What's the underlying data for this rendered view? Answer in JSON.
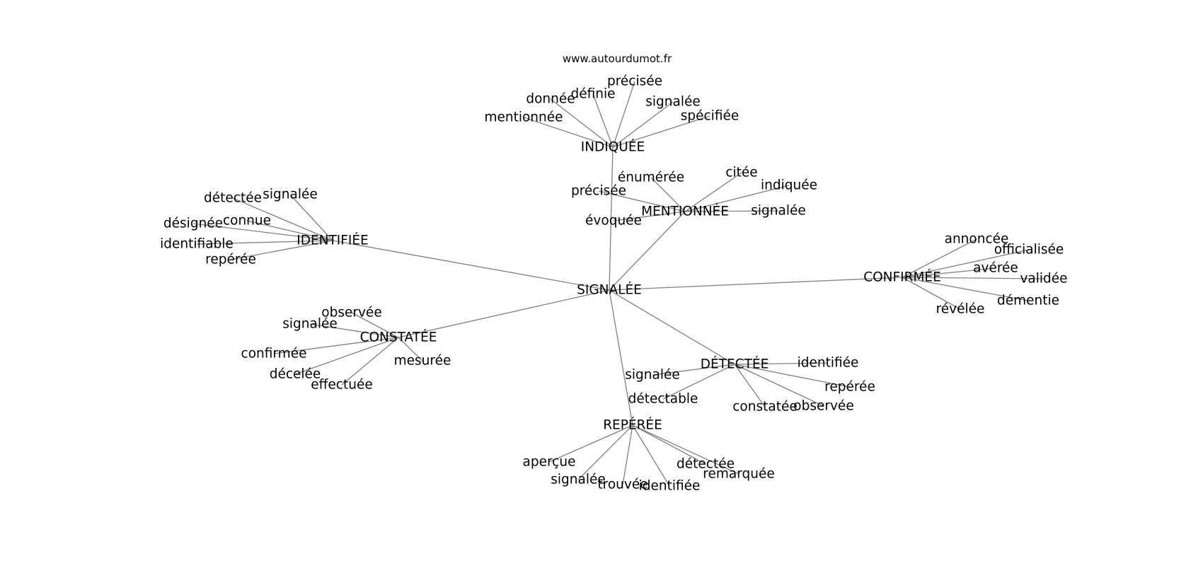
{
  "source": "www.autourdumot.fr",
  "graph": {
    "root": "SIGNALÉE",
    "clusters": [
      {
        "hub": "INDIQUÉE",
        "leaves": [
          "mentionnée",
          "donnée",
          "définie",
          "précisée",
          "signalée",
          "spécifiée"
        ]
      },
      {
        "hub": "MENTIONNÉE",
        "leaves": [
          "énumérée",
          "précisée",
          "évoquée",
          "citée",
          "indiquée",
          "signalée"
        ]
      },
      {
        "hub": "IDENTIFIÉE",
        "leaves": [
          "détectée",
          "signalée",
          "désignée",
          "connue",
          "identifiable",
          "repérée"
        ]
      },
      {
        "hub": "CONFIRMÉE",
        "leaves": [
          "annoncée",
          "officialisée",
          "avérée",
          "validée",
          "démentie",
          "révélée"
        ]
      },
      {
        "hub": "CONSTATÉE",
        "leaves": [
          "observée",
          "signalée",
          "confirmée",
          "décelée",
          "effectuée",
          "mesurée"
        ]
      },
      {
        "hub": "DÉTECTÉE",
        "leaves": [
          "signalée",
          "détectable",
          "identifiée",
          "repérée",
          "constatée",
          "observée"
        ]
      },
      {
        "hub": "REPÉRÉE",
        "leaves": [
          "aperçue",
          "signalée",
          "trouvée",
          "identifiée",
          "détectée",
          "remarquée"
        ]
      }
    ]
  }
}
